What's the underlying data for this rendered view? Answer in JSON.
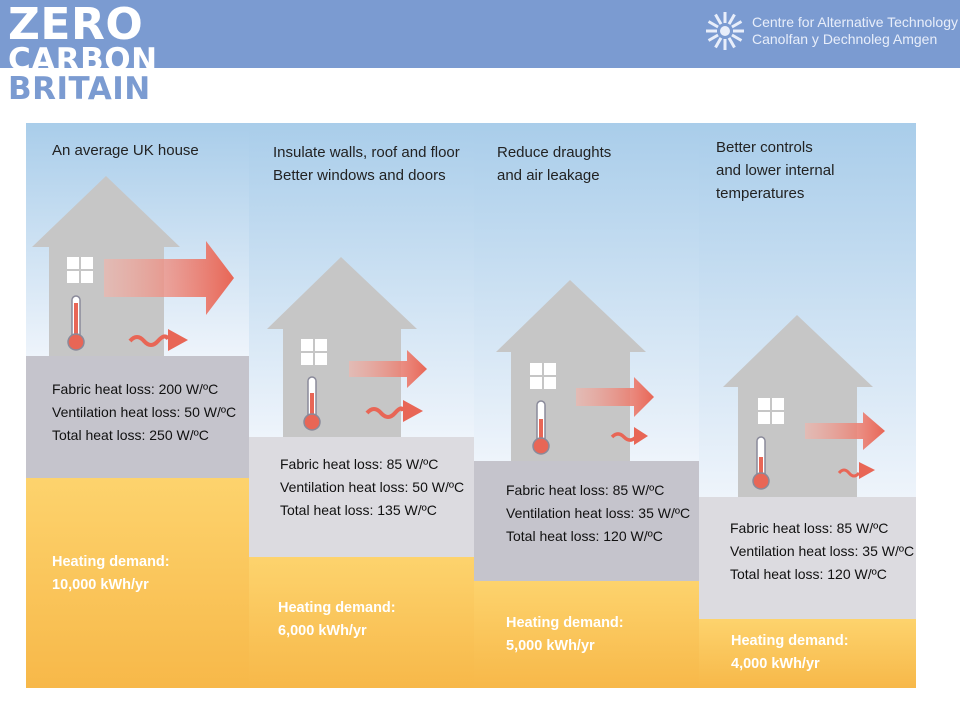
{
  "header": {
    "logo_lines": [
      "ZERO",
      "CARBON",
      "BRITAIN"
    ],
    "org_name_en": "Centre for Alternative Technology",
    "org_name_cy": "Canolfan y Dechnoleg Amgen"
  },
  "colors": {
    "banner": "#7b9bd1",
    "sky_top": "#a9cdea",
    "sky_bottom": "#eef4fb",
    "house": "#c6c6c6",
    "loss_band_dark": "#c5c4cc",
    "loss_band_light": "#dcdbe0",
    "demand_top": "#fdd36d",
    "demand_bottom": "#f7b849",
    "arrow": "#e86656"
  },
  "panels": [
    {
      "title_lines": [
        "An average UK house"
      ],
      "fabric_loss": "Fabric heat loss: 200 W/ºC",
      "ventilation_loss": "Ventilation heat loss: 50 W/ºC",
      "total_loss": "Total heat loss: 250 W/ºC",
      "demand_label": "Heating demand:",
      "demand_value": "10,000 kWh/yr"
    },
    {
      "title_lines": [
        "Insulate walls, roof and floor",
        "Better windows and doors"
      ],
      "fabric_loss": "Fabric heat loss: 85 W/ºC",
      "ventilation_loss": "Ventilation heat loss: 50 W/ºC",
      "total_loss": "Total heat loss: 135 W/ºC",
      "demand_label": "Heating demand:",
      "demand_value": "6,000 kWh/yr"
    },
    {
      "title_lines": [
        "Reduce draughts",
        "and air leakage"
      ],
      "fabric_loss": "Fabric heat loss: 85 W/ºC",
      "ventilation_loss": "Ventilation heat loss: 35 W/ºC",
      "total_loss": "Total heat loss: 120 W/ºC",
      "demand_label": "Heating demand:",
      "demand_value": "5,000 kWh/yr"
    },
    {
      "title_lines": [
        "Better controls",
        "and lower internal temperatures"
      ],
      "fabric_loss": "Fabric heat loss: 85 W/ºC",
      "ventilation_loss": "Ventilation heat loss: 35 W/ºC",
      "total_loss": "Total heat loss: 120 W/ºC",
      "demand_label": "Heating demand:",
      "demand_value": "4,000 kWh/yr"
    }
  ]
}
